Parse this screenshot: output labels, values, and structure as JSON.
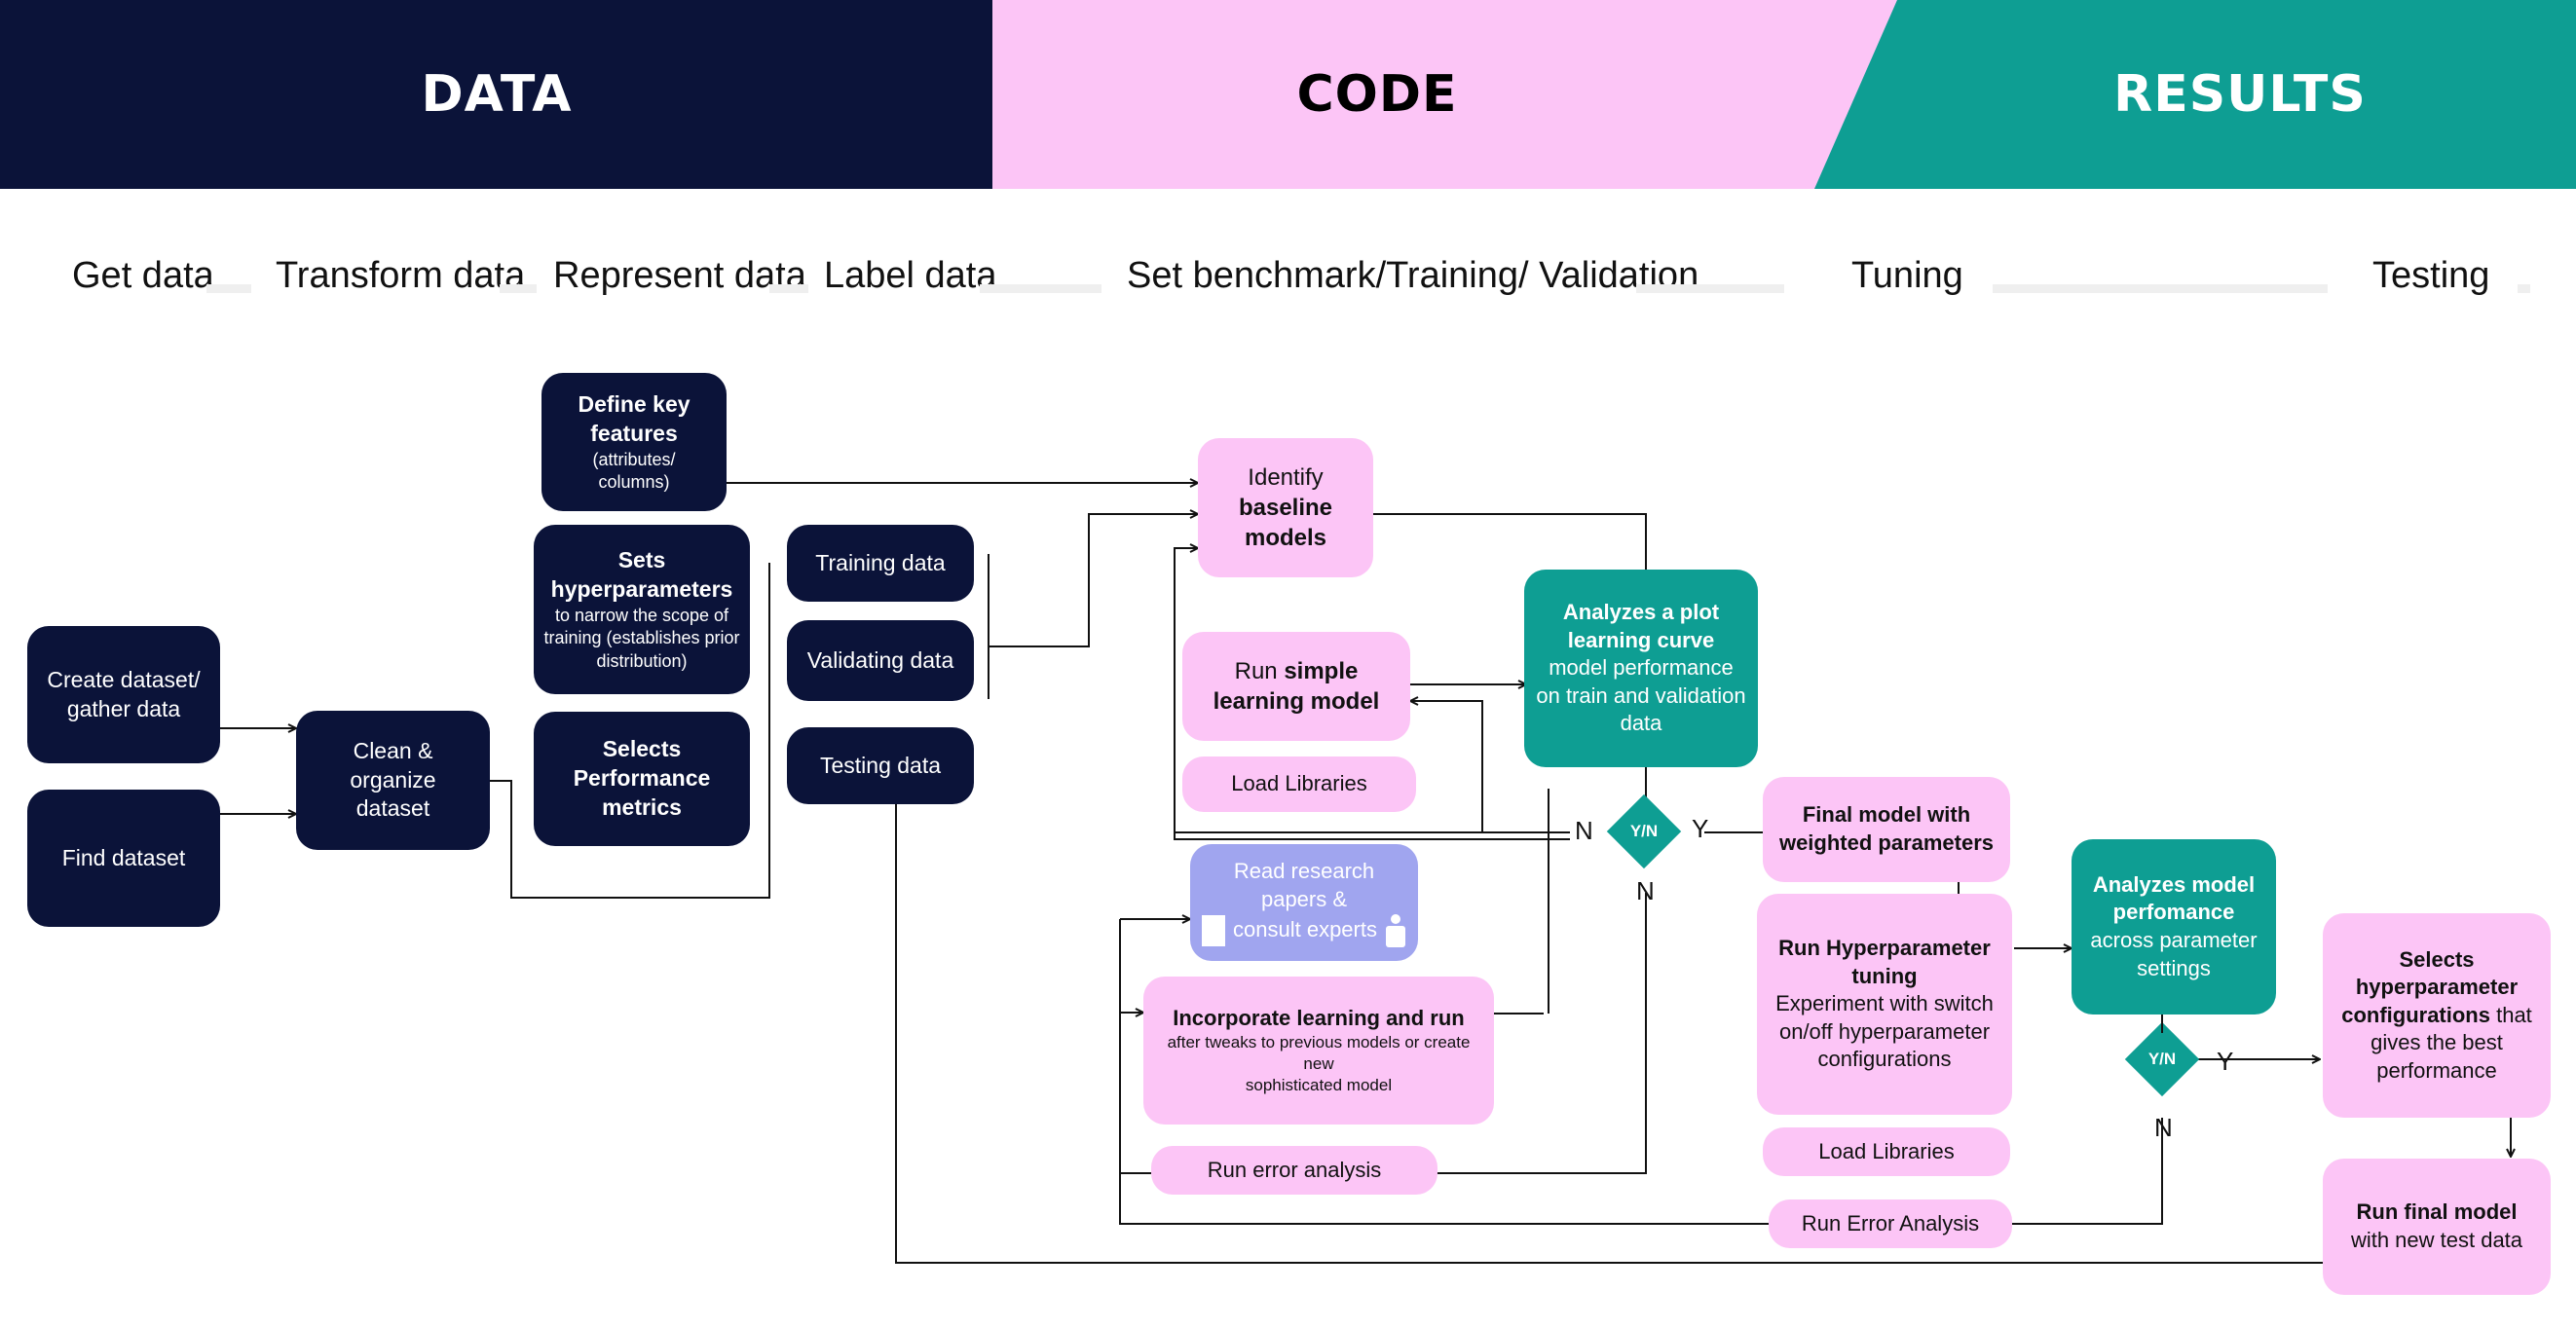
{
  "header": {
    "data_label": "DATA",
    "code_label": "CODE",
    "results_label": "RESULTS",
    "colors": {
      "data": "#0b1339",
      "code": "#fcc5f6",
      "results": "#0e9e93"
    }
  },
  "stages": [
    "Get data",
    "Transform data",
    "Represent data",
    "Label  data",
    "Set benchmark/Training/ Validation",
    "Tuning",
    "Testing"
  ],
  "nodes": {
    "create": {
      "line1": "Create dataset/",
      "line2": "gather data"
    },
    "find": {
      "text": "Find dataset"
    },
    "clean": {
      "line1": "Clean &",
      "line2": "organize",
      "line3": "dataset"
    },
    "define": {
      "bold1": "Define key",
      "bold2": "features",
      "small1": "(attributes/",
      "small2": "columns)"
    },
    "sets_hyper": {
      "bold1": "Sets",
      "bold2": "hyperparameters",
      "small1": "to narrow the scope of",
      "small2": "training (establishes prior",
      "small3": "distribution)"
    },
    "selects_perf": {
      "bold1": "Selects",
      "bold2": "Performance",
      "bold3": "metrics"
    },
    "training": {
      "text": "Training data"
    },
    "validating": {
      "text": "Validating data"
    },
    "testing": {
      "text": "Testing data"
    },
    "identify": {
      "line1": "Identify",
      "bold2": "baseline",
      "bold3": "models"
    },
    "run_simple": {
      "pre": "Run ",
      "bold1": "simple",
      "bold2": "learning model"
    },
    "load_libs_1": {
      "text": "Load Libraries"
    },
    "read_research": {
      "line1": "Read research papers &",
      "line2": "consult experts"
    },
    "incorporate": {
      "bold1": "Incorporate learning and run",
      "small1": "after  tweaks to previous models or create new",
      "small2": "sophisticated model"
    },
    "error_analysis": {
      "text": "Run error analysis"
    },
    "analyzes_curve": {
      "bold1": "Analyzes a plot",
      "bold2": "learning curve",
      "line3": "model performance",
      "line4": "on train and validation",
      "line5": "data"
    },
    "final_model": {
      "bold1": "Final model with",
      "bold2": "weighted parameters"
    },
    "run_hyper": {
      "bold1": "Run Hyperparameter",
      "bold2": "tuning",
      "line3": "Experiment with switch",
      "line4": "on/off hyperparameter",
      "line5": "configurations"
    },
    "load_libs_2": {
      "text": "Load Libraries"
    },
    "error_analysis_2": {
      "text": "Run Error Analysis"
    },
    "analyzes_model": {
      "bold1": "Analyzes model",
      "bold2": "perfomance",
      "line3": "across parameter",
      "line4": "settings"
    },
    "selects_config": {
      "bold1": "Selects",
      "bold2": "hyperparameter",
      "bold3": "configurations",
      "tail3": " that",
      "line4": "gives the best",
      "line5": "performance"
    },
    "run_final": {
      "bold1": "Run final model",
      "line2": "with new test data"
    }
  },
  "decisions": {
    "d1": {
      "label": "Y/N",
      "n": "N",
      "y": "Y",
      "n2": "N"
    },
    "d2": {
      "label": "Y/N",
      "y": "Y",
      "n": "N"
    }
  },
  "icons": [
    "document-icon",
    "person-icon",
    "arrow-head-icon"
  ]
}
